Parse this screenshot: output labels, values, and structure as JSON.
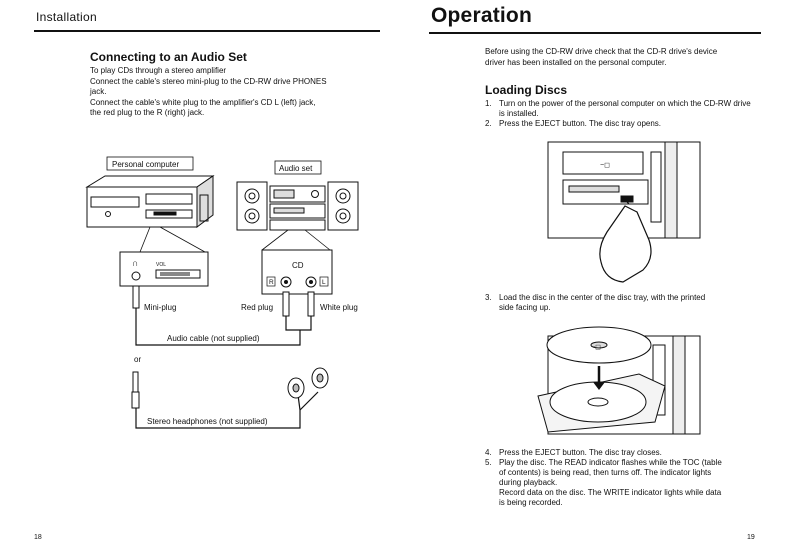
{
  "left_page": {
    "header": "Installation",
    "section_title": "Connecting to an Audio Set",
    "intro": [
      "To play CDs through a stereo amplifier",
      "Connect the cable's stereo mini-plug to the CD-RW drive PHONES",
      "jack.",
      "Connect the cable's white plug to the amplifier's CD L (left) jack,",
      "the red plug to the R (right) jack."
    ],
    "diagram": {
      "personal_computer": "Personal computer",
      "audio_set": "Audio set",
      "vol_label": "VOL",
      "cd_label": "CD",
      "r_label": "R",
      "l_label": "L",
      "mini_plug": "Mini-plug",
      "red_plug": "Red plug",
      "white_plug": "White plug",
      "audio_cable": "Audio cable (not supplied)",
      "or": "or",
      "headphones": "Stereo headphones (not supplied)"
    },
    "page_number": "18"
  },
  "right_page": {
    "header": "Operation",
    "intro": [
      "Before using the CD-RW drive check that the CD-R drive's device",
      "driver has been installed on the personal computer."
    ],
    "section_title": "Loading Discs",
    "steps_a": [
      {
        "num": "1.",
        "lines": [
          "Turn on the power of the personal computer on which the CD-RW drive",
          "is installed."
        ]
      },
      {
        "num": "2.",
        "lines": [
          "Press the EJECT button. The disc tray opens."
        ]
      }
    ],
    "step_3": {
      "num": "3.",
      "lines": [
        "Load the disc in the center of the disc tray, with the printed",
        "side facing up."
      ]
    },
    "steps_b": [
      {
        "num": "4.",
        "lines": [
          "Press the EJECT button. The disc tray closes."
        ]
      },
      {
        "num": "5.",
        "lines": [
          "Play the disc. The READ indicator flashes while the TOC (table",
          "of contents) is being read, then turns off. The indicator lights",
          "during playback.",
          "Record data on the disc. The WRITE indicator lights while data",
          "is being recorded."
        ]
      }
    ],
    "page_number": "19"
  }
}
